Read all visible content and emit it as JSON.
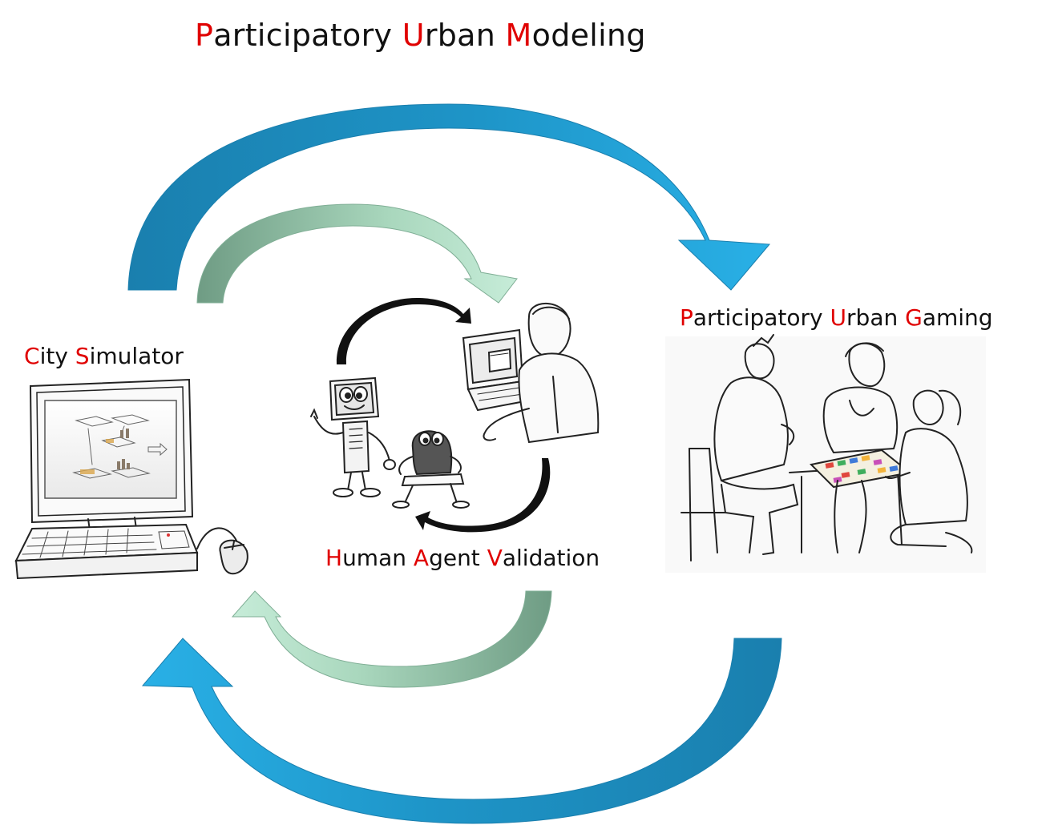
{
  "title": {
    "words": [
      {
        "initial": "P",
        "rest": "articipatory"
      },
      {
        "initial": "U",
        "rest": "rban"
      },
      {
        "initial": "M",
        "rest": "odeling"
      }
    ]
  },
  "nodes": {
    "city_simulator": {
      "words": [
        {
          "initial": "C",
          "rest": "ity"
        },
        {
          "initial": "S",
          "rest": "imulator"
        }
      ]
    },
    "participatory_gaming": {
      "words": [
        {
          "initial": "P",
          "rest": "articipatory"
        },
        {
          "initial": "U",
          "rest": "rban"
        },
        {
          "initial": "G",
          "rest": "aming"
        }
      ]
    },
    "human_agent_validation": {
      "words": [
        {
          "initial": "H",
          "rest": "uman"
        },
        {
          "initial": "A",
          "rest": "gent"
        },
        {
          "initial": "V",
          "rest": "alidation"
        }
      ]
    }
  },
  "colors": {
    "accent_initial": "#e00000",
    "outer_arrow_dark": "#1a7fae",
    "outer_arrow_light": "#27aee2",
    "inner_arrow_dark": "#6f9c84",
    "inner_arrow_light": "#bfe6d2",
    "sketch_ink": "#222222"
  },
  "icons": [
    "computer-sketch-icon",
    "robots-and-laptop-user-sketch-icon",
    "people-playing-board-game-sketch-icon"
  ]
}
